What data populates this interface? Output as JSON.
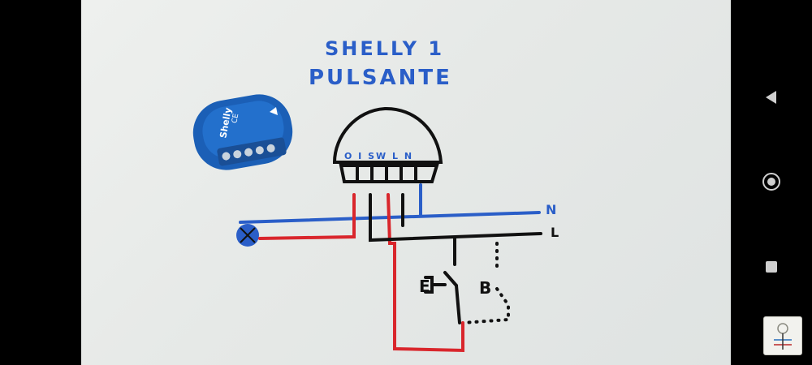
{
  "drawing": {
    "title_line1": "SHELLY 1",
    "title_line2": "PULSANTE",
    "terminals": "O I SW L N",
    "label_n": "N",
    "label_l": "L",
    "switch_label": "E",
    "switch_symbol": "B"
  },
  "device": {
    "brand": "Shelly",
    "ce_mark": "CE"
  },
  "colors": {
    "ink_blue": "#2a5ec8",
    "ink_red": "#d9262c",
    "ink_black": "#111111",
    "device_blue": "#1b5fb6"
  },
  "navbar": {
    "back": "back-icon",
    "home": "home-icon",
    "recent": "recent-apps-icon"
  }
}
